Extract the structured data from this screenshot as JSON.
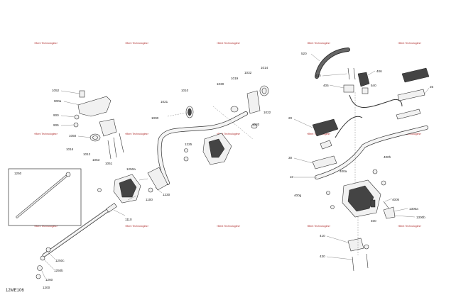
{
  "diagram": {
    "reference": "12ME106",
    "watermark": "«Bent Technologies»",
    "inset_label": "1250",
    "callouts": [
      {
        "id": "c1052",
        "text": "1052"
      },
      {
        "id": "c900a",
        "text": "900a"
      },
      {
        "id": "c900",
        "text": "900"
      },
      {
        "id": "c905",
        "text": "905"
      },
      {
        "id": "c1050",
        "text": "1050"
      },
      {
        "id": "c1016",
        "text": "1016"
      },
      {
        "id": "c1012",
        "text": "1012"
      },
      {
        "id": "c1053",
        "text": "1053"
      },
      {
        "id": "c1051",
        "text": "1051"
      },
      {
        "id": "c1021",
        "text": "1021"
      },
      {
        "id": "c1010",
        "text": "1010"
      },
      {
        "id": "c1030",
        "text": "1030"
      },
      {
        "id": "c1019",
        "text": "1019"
      },
      {
        "id": "c1032",
        "text": "1032"
      },
      {
        "id": "c1014",
        "text": "1014"
      },
      {
        "id": "c1022",
        "text": "1022"
      },
      {
        "id": "c1020",
        "text": "1020"
      },
      {
        "id": "c1000",
        "text": "1000"
      },
      {
        "id": "c1225",
        "text": "1225"
      },
      {
        "id": "c1250a",
        "text": "1250a"
      },
      {
        "id": "c1100",
        "text": "1100"
      },
      {
        "id": "c1230",
        "text": "1230"
      },
      {
        "id": "c1110",
        "text": "1110"
      },
      {
        "id": "c1250c",
        "text": "1250c"
      },
      {
        "id": "c1250b",
        "text": "1250b"
      },
      {
        "id": "c1260",
        "text": "1260"
      },
      {
        "id": "c1200",
        "text": "1200"
      },
      {
        "id": "c520",
        "text": "520"
      },
      {
        "id": "c420",
        "text": "420"
      },
      {
        "id": "c406",
        "text": "406"
      },
      {
        "id": "c405",
        "text": "405"
      },
      {
        "id": "c540",
        "text": "540"
      },
      {
        "id": "c25",
        "text": "25"
      },
      {
        "id": "c20",
        "text": "20"
      },
      {
        "id": "c30",
        "text": "30"
      },
      {
        "id": "c10",
        "text": "10"
      },
      {
        "id": "c400h",
        "text": "400h"
      },
      {
        "id": "c400a",
        "text": "400a"
      },
      {
        "id": "c400g",
        "text": "400g"
      },
      {
        "id": "c400k",
        "text": "400k"
      },
      {
        "id": "c1300a",
        "text": "1300a"
      },
      {
        "id": "c1300b",
        "text": "1300b"
      },
      {
        "id": "c400",
        "text": "400"
      },
      {
        "id": "c410",
        "text": "410"
      },
      {
        "id": "c430",
        "text": "430"
      }
    ]
  }
}
